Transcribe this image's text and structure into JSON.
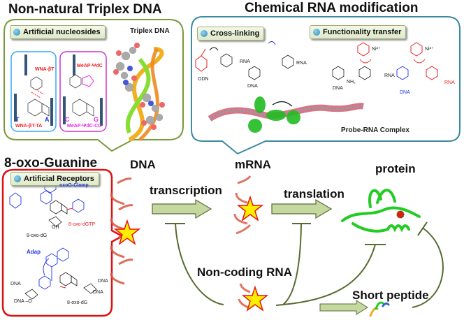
{
  "titles": {
    "triplex": "Non-natural Triplex DNA",
    "rna_mod": "Chemical RNA modification",
    "oxo": "8-oxo-Guanine"
  },
  "pills": {
    "artificial_nucleosides": "Artificial nucleosides",
    "cross_linking": "Cross-linking",
    "functionality_transfer": "Functionality transfer",
    "artificial_receptors": "Artificial Receptors"
  },
  "triplex_panel": {
    "triplex_label": "Triplex DNA",
    "left_box": {
      "top_label": "WNA-βT",
      "base_t": "T",
      "base_a": "A",
      "bottom_label": "WNA-βT-TA"
    },
    "right_box": {
      "top_label": "MeAP-ΨdC",
      "base_c": "C",
      "base_g": "G",
      "bottom_label": "MeAP-ΨdC-CG"
    }
  },
  "rna_panel": {
    "odn": "ODN",
    "rna1": "RNA",
    "dna1": "DNA",
    "rna2": "RNA",
    "dna2": "DNA",
    "rna3": "RNA",
    "nh2": "NH₂",
    "ni1": "Ni²⁺",
    "dna3": "DNA",
    "rna4": "RNA",
    "ni2": "Ni²⁺",
    "complex_label": "Probe-RNA Complex"
  },
  "oxo_panel": {
    "clamp": "oxoG-Clamp",
    "dgtp": "8-oxo-dGTP",
    "dg1": "8-oxo-dG",
    "adap": "Adap",
    "dg2": "8-oxo-dG",
    "dna_a": "DNA",
    "dna_b": "DNA –O",
    "dna_c": "DNA",
    "dna_d": "DNA",
    "oh": "OH"
  },
  "flow": {
    "dna": "DNA",
    "mrna": "mRNA",
    "protein": "protein",
    "transcription": "transcription",
    "translation": "translation",
    "noncoding": "Non-coding RNA",
    "short_peptide": "Short peptide"
  },
  "colors": {
    "triplex_border": "#7a9a3a",
    "rna_border": "#3a8aa0",
    "oxo_border": "#dd1111",
    "arrow_fill": "#c5d8a0",
    "arrow_stroke": "#5a6b3a",
    "inhibit": "#556b2f",
    "helix": "#d9533e",
    "star_fill": "#ffee00",
    "star_stroke": "#ee1111",
    "protein": "#22cc22"
  }
}
